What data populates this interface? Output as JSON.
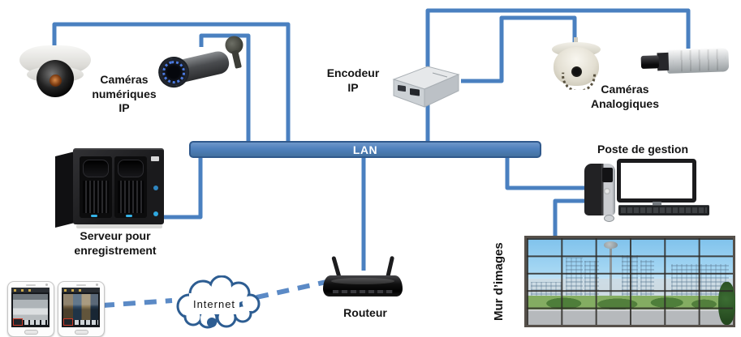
{
  "nodes": {
    "ip_cameras": {
      "label": "Caméras\nnumériques\nIP"
    },
    "encoder": {
      "label": "Encodeur\nIP"
    },
    "analog_cameras": {
      "label": "Caméras\nAnalogiques"
    },
    "lan": {
      "label": "LAN"
    },
    "server": {
      "label": "Serveur pour\nenregistrement"
    },
    "management_station": {
      "label": "Poste de gestion"
    },
    "video_wall": {
      "label": "Mur d’images"
    },
    "router": {
      "label": "Routeur"
    },
    "internet": {
      "label": "Internet"
    }
  },
  "colors": {
    "wire": "#4a80c0",
    "wire_dashed": "#5b8ac6",
    "lan_fill": "#4f81bd",
    "lan_border": "#30598c",
    "lan_text": "#ffffff",
    "label_text": "#141414",
    "cloud_outline": "#2d5d92"
  },
  "connections": [
    {
      "from": "ip-dome-camera",
      "to": "lan",
      "style": "solid"
    },
    {
      "from": "ip-bullet-camera",
      "to": "lan",
      "style": "solid"
    },
    {
      "from": "analog-box-camera",
      "to": "encoder",
      "style": "solid"
    },
    {
      "from": "analog-dome-camera",
      "to": "encoder",
      "style": "solid"
    },
    {
      "from": "encoder",
      "to": "lan",
      "style": "solid"
    },
    {
      "from": "lan",
      "to": "server",
      "style": "solid"
    },
    {
      "from": "lan",
      "to": "router",
      "style": "solid"
    },
    {
      "from": "lan",
      "to": "management-station",
      "style": "solid"
    },
    {
      "from": "management-station",
      "to": "video-wall",
      "style": "solid"
    },
    {
      "from": "smartphones",
      "to": "internet-cloud",
      "style": "dashed"
    },
    {
      "from": "internet-cloud",
      "to": "router",
      "style": "dashed"
    }
  ]
}
